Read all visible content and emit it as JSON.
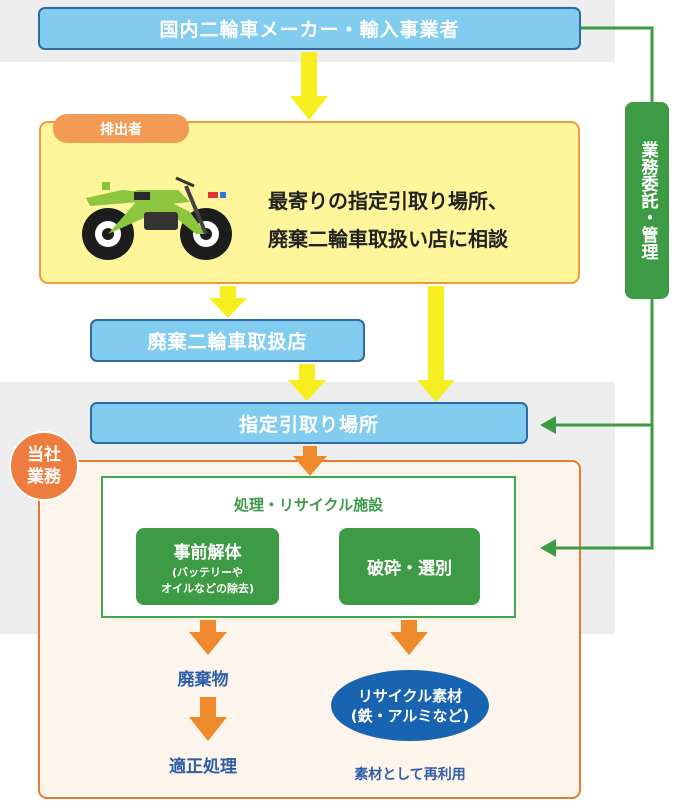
{
  "flow": {
    "manufacturer": "国内二輪車メーカー・輸入事業者",
    "discharger_tag": "排出者",
    "consult_line1": "最寄りの指定引取り場所、",
    "consult_line2": "廃棄二輪車取扱い店に相談",
    "dealer": "廃棄二輪車取扱店",
    "collection_site": "指定引取り場所",
    "company_line1": "当社",
    "company_line2": "業務",
    "facility_title": "処理・リサイクル施設",
    "dismantle_title": "事前解体",
    "dismantle_sub1": "(バッテリーや",
    "dismantle_sub2": "オイルなどの除去)",
    "crush": "破砕・選別",
    "waste": "廃棄物",
    "proper": "適正処理",
    "material_line1": "リサイクル素材",
    "material_line2": "(鉄・アルミなど)",
    "reuse": "素材として再利用",
    "side_label": "業務委託・管理"
  },
  "colors": {
    "green": "#3c9b44",
    "orange": "#ef7c3f",
    "yellow_arrow": "#f6ee1e",
    "blue_text": "#2f5ea8"
  }
}
